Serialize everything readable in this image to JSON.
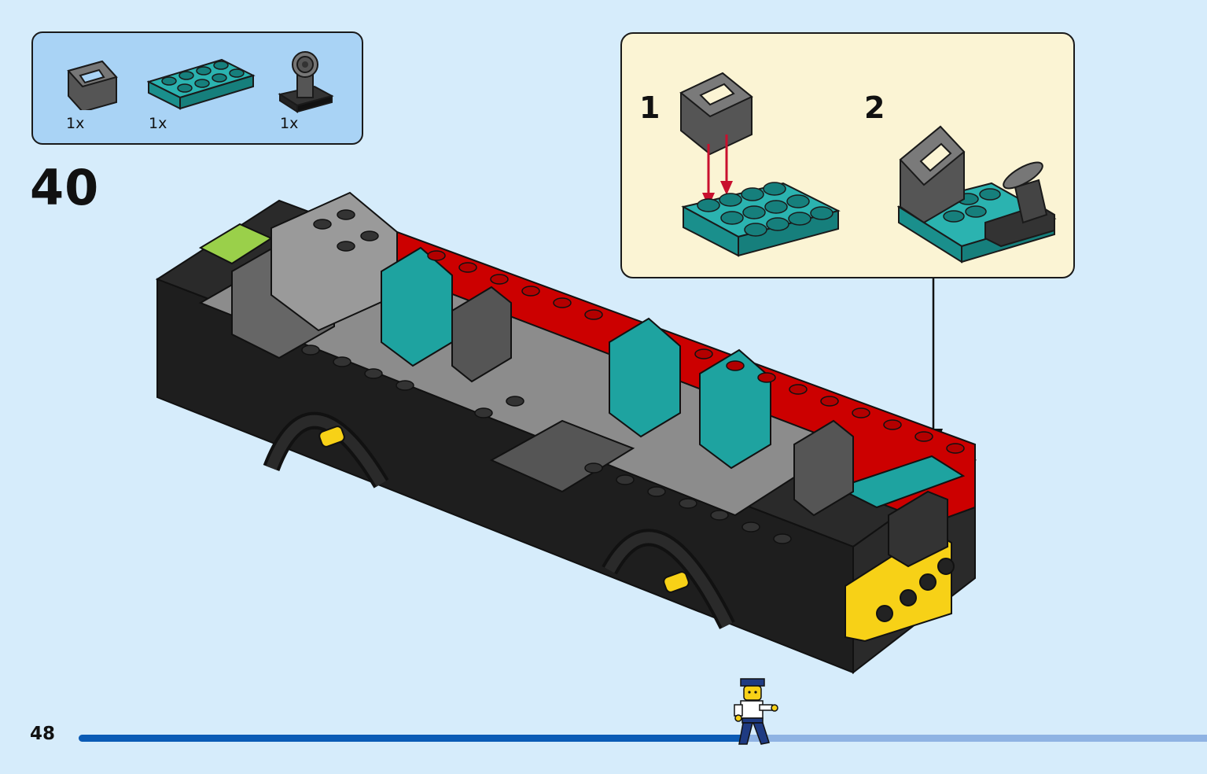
{
  "page": {
    "step_number": "40",
    "page_number": "48"
  },
  "parts_list": [
    {
      "name": "grey-seat-tile",
      "qty": "1x"
    },
    {
      "name": "teal-plate-2x4",
      "qty": "1x"
    },
    {
      "name": "steering-wheel",
      "qty": "1x"
    }
  ],
  "callout": {
    "substeps": [
      "1",
      "2"
    ]
  },
  "progress": {
    "fraction": 0.59
  },
  "colors": {
    "background": "#d6ecfb",
    "parts_box": "#a9d3f5",
    "callout_bg": "#fbf4d4",
    "teal": "#1ea3a0",
    "red": "#cc0000",
    "dark_grey": "#555555",
    "black": "#222222",
    "progress_fill": "#0b5bb5",
    "progress_track": "#8fb3e3"
  }
}
